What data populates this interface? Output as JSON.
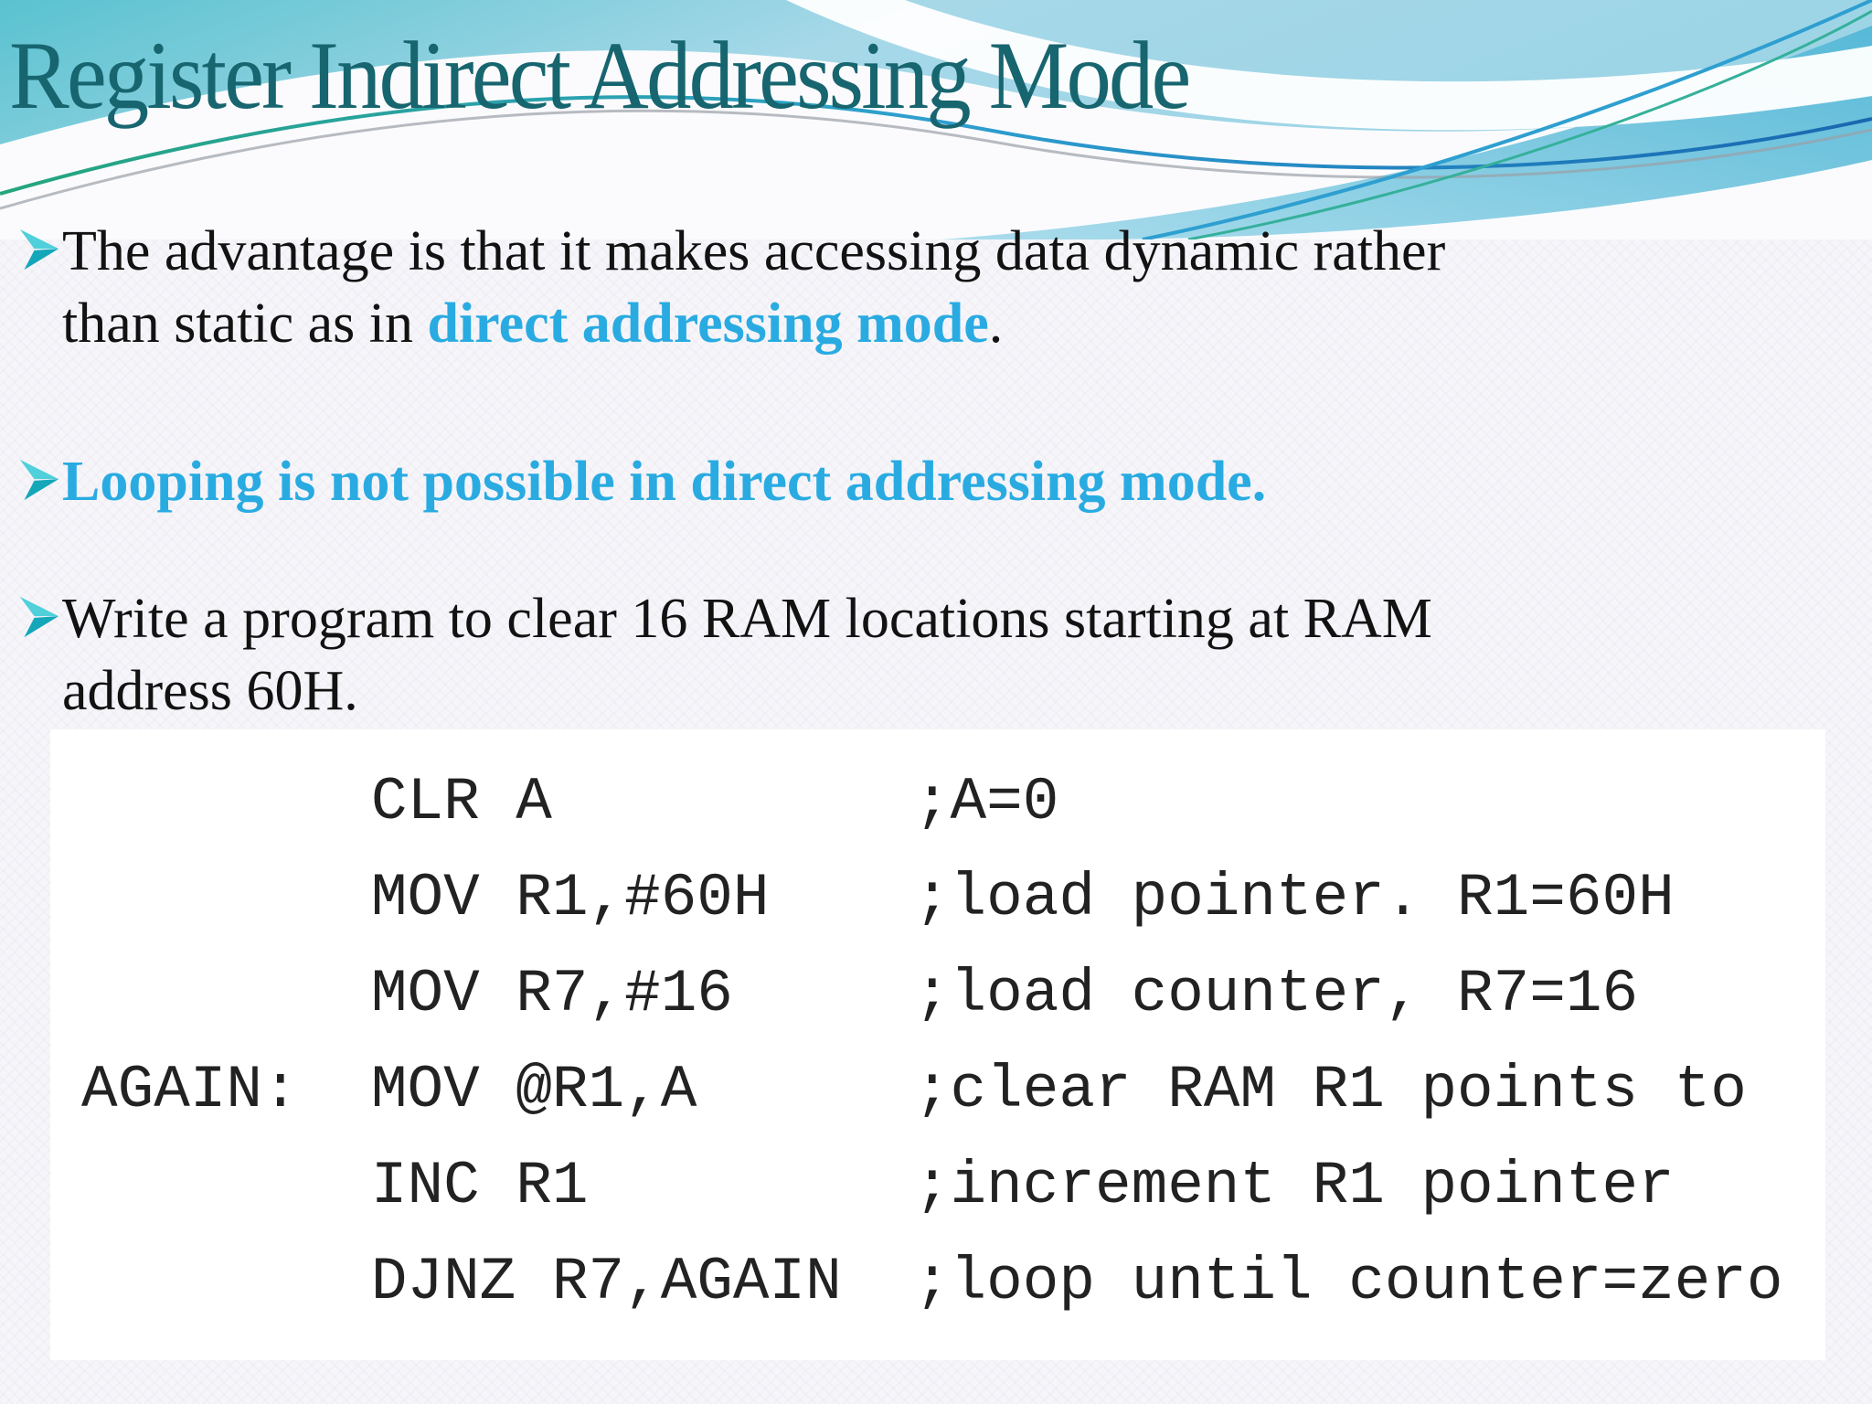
{
  "slide": {
    "title": "Register Indirect Addressing Mode",
    "bullet1": {
      "text_before": "The advantage is that it makes accessing data dynamic rather\nthan static as in ",
      "highlight": "direct addressing mode",
      "text_after": "."
    },
    "bullet2": {
      "text": "Looping is not possible in direct addressing mode."
    },
    "bullet3": {
      "text": "Write a program to clear 16 RAM locations starting at RAM\naddress 60H."
    },
    "code_listing": {
      "lines": [
        "        CLR A          ;A=0",
        "        MOV R1,#60H    ;load pointer. R1=60H",
        "        MOV R7,#16     ;load counter, R7=16",
        "AGAIN:  MOV @R1,A      ;clear RAM R1 points to",
        "        INC R1         ;increment R1 pointer",
        "        DJNZ R7,AGAIN  ;loop until counter=zero"
      ]
    },
    "colors": {
      "title_teal": "#17656f",
      "accent_cyan": "#29abe2",
      "bullet_arrow_light": "#4fd0da",
      "bullet_arrow_dark": "#14a7ba",
      "header_teal": "#5ac2cf",
      "header_light_blue": "#a6d8e8",
      "code_text": "#222222"
    }
  }
}
